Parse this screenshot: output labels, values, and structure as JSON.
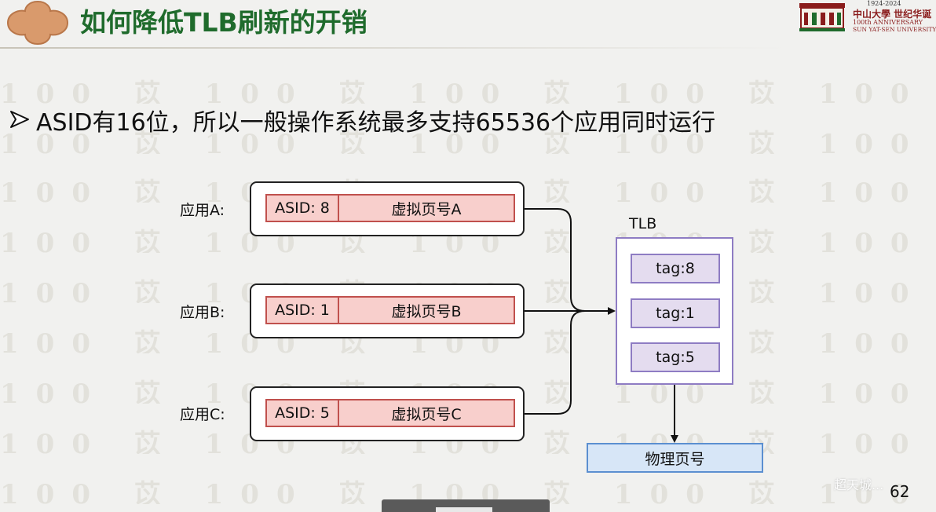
{
  "header": {
    "title": "如何降低TLB刷新的开销",
    "logo": {
      "years": "1924-2024",
      "name_cn": "中山大學 世纪华诞",
      "anniversary": "100th ANNIVERSARY",
      "name_en": "SUN YAT-SEN UNIVERSITY"
    }
  },
  "watermark": {
    "text": "100 苡 100 苡 100 苡 100 苡 100 苡 100 苡 100 苡 100 苡 100"
  },
  "bullet": {
    "text": "ASID有16位，所以一般操作系统最多支持65536个应用同时运行"
  },
  "diagram": {
    "apps": [
      {
        "label": "应用A:",
        "asid": "ASID: 8",
        "vpn": "虚拟页号A"
      },
      {
        "label": "应用B:",
        "asid": "ASID: 1",
        "vpn": "虚拟页号B"
      },
      {
        "label": "应用C:",
        "asid": "ASID: 5",
        "vpn": "虚拟页号C"
      }
    ],
    "tlb": {
      "label": "TLB",
      "tags": [
        "tag:8",
        "tag:1",
        "tag:5"
      ]
    },
    "output": "物理页号"
  },
  "footer": {
    "page_number": "62",
    "corner_watermark": "超天城..."
  },
  "colors": {
    "title_green": "#1f6b2c",
    "entry_red_border": "#c0504d",
    "entry_red_fill": "#f8cfcc",
    "tlb_purple": "#8e7cc3",
    "tlb_tag_fill": "#e4dcef",
    "ppn_blue_border": "#5b8fd0",
    "ppn_blue_fill": "#d7e6f7",
    "logo_ornament": "#d99a6c"
  }
}
